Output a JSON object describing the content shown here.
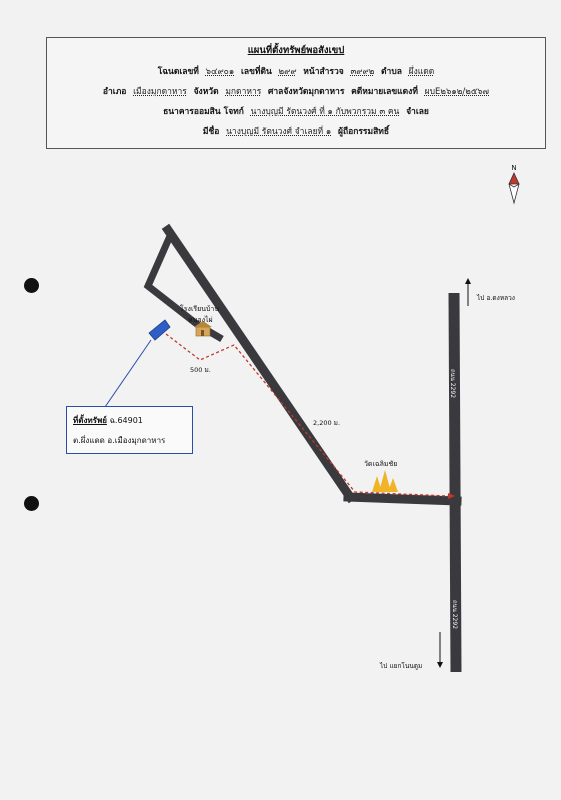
{
  "header": {
    "title": "แผนที่ตั้งทรัพย์พอสังเขป",
    "row1": {
      "deed_label": "โฉนดเลขที่",
      "deed_no": "๖๔๙๐๑",
      "land_no_label": "เลขที่ดิน",
      "land_no": "๒๙๙",
      "survey_label": "หน้าสำรวจ",
      "survey_no": "๓๙๙๒",
      "subdistrict_label": "ตำบล",
      "subdistrict": "ผึ่งแดด"
    },
    "row2": {
      "district_label": "อำเภอ",
      "district": "เมืองมุกดาหาร",
      "province_label": "จังหวัด",
      "province": "มุกดาหาร",
      "court_label": "ศาลจังหวัดมุกดาหาร",
      "case_label": "คดีหมายเลขแดงที่",
      "case_no": "ผบE๒๖๑๒/๒๕๖๗"
    },
    "row3": {
      "plaintiff_label": "ธนาคารออมสิน โจทก์",
      "defendant": "นางบุญมี รัตนวงศ์ ที่ ๑ กับพวกรวม ๓ คน",
      "defendant_suffix": "จำเลย"
    },
    "row4": {
      "owner_label": "มีชื่อ",
      "owner": "นางบุญมี รัตนวงศ์ จำเลยที่ ๑",
      "owner_suffix": "ผู้ถือกรรมสิทธิ์"
    }
  },
  "map": {
    "north_label": "N",
    "school_label_1": "โรงเรียนบ้าน",
    "school_label_2": "หนองไผ่",
    "dist_500": "500 ม.",
    "dist_2200": "2,200 ม.",
    "temple_label": "วัดเฉลิมชัย",
    "road_label_1": "ถนน 2292",
    "road_label_2": "ถนน 2292",
    "to_north": "ไป อ.ดงหลวง",
    "to_south": "ไป แยกโนนตูม",
    "colors": {
      "road": "#3a3a3e",
      "route": "#c0392b",
      "parcel": "#2f5fc4",
      "callout_border": "#2a4fa8"
    }
  },
  "callout": {
    "title": "ที่ตั้งทรัพย์",
    "deed": "ฉ.64901",
    "location": "ต.ผึ่งแดด อ.เมืองมุกดาหาร"
  }
}
